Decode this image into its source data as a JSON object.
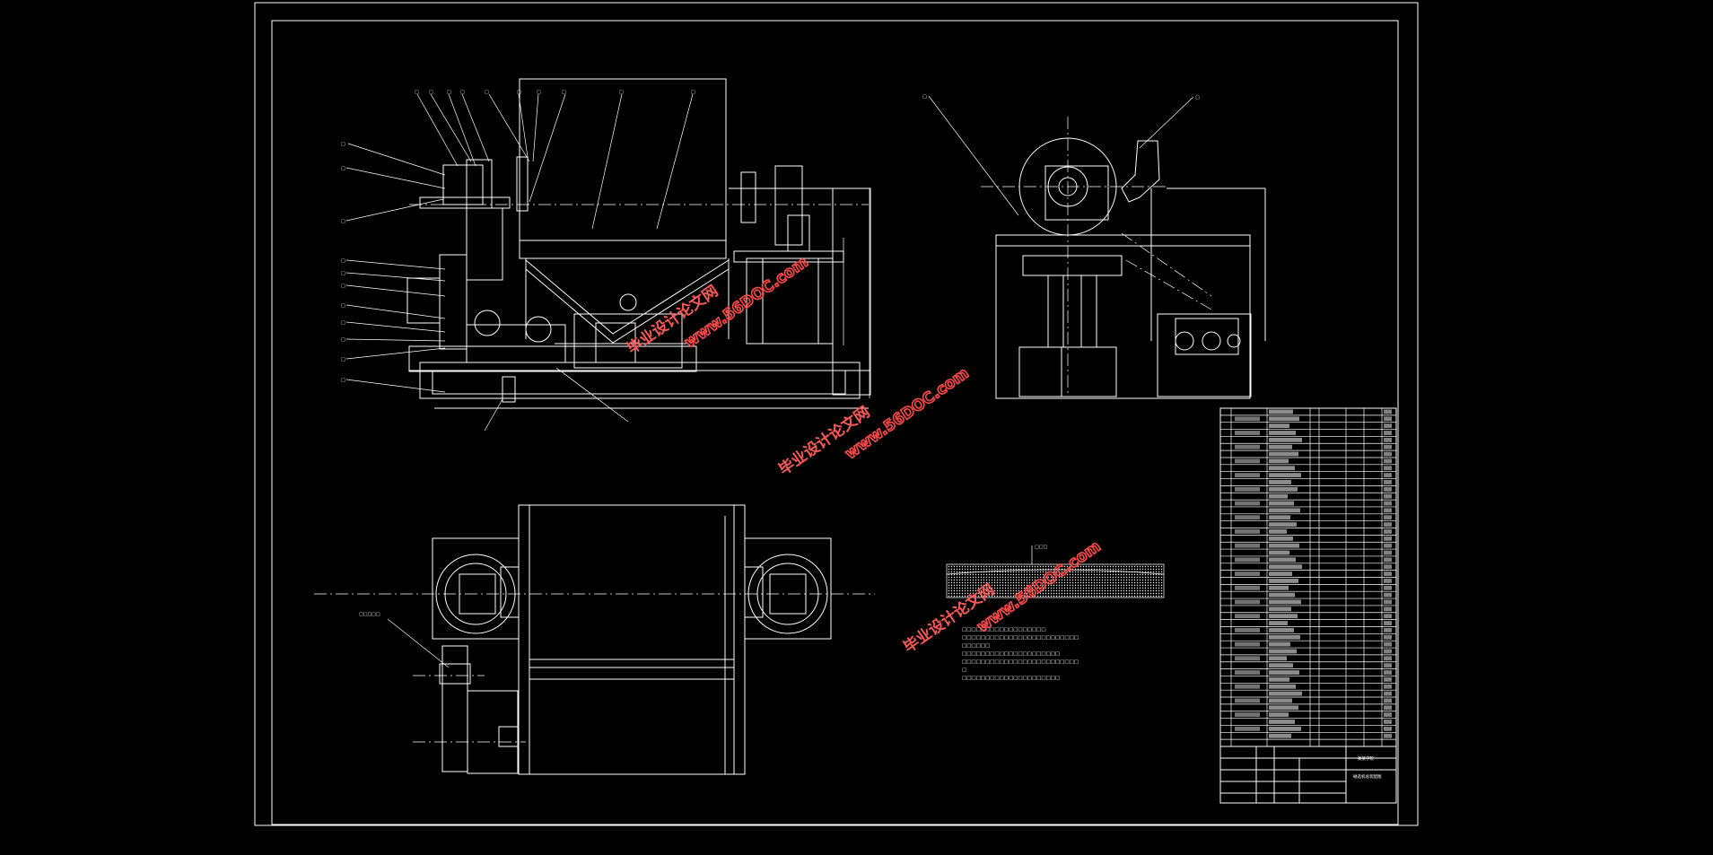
{
  "watermark": {
    "brand_text": "毕业设计论文网",
    "site_text": "www.56DOC.com",
    "color": "#ff4a4a"
  },
  "drawing": {
    "background": "#000000",
    "line_color": "#ffffff",
    "views": [
      "front-view",
      "side-view",
      "top-view",
      "detail-view"
    ]
  },
  "title_block": {
    "company": "某某学院",
    "drawing_name": "磁选机总装配图"
  }
}
